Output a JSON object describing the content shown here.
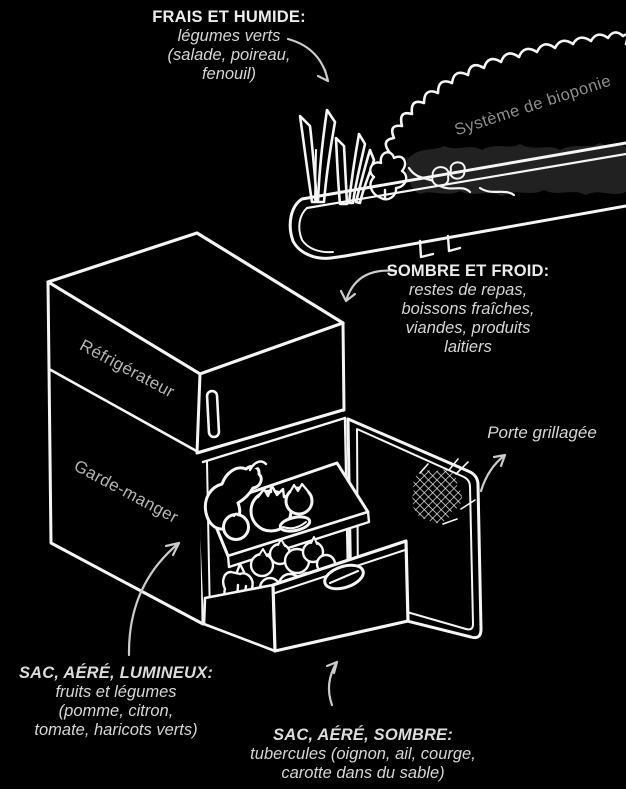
{
  "colors": {
    "background": "#000000",
    "line": "#f5f5f5",
    "heading_text": "#ececec",
    "body_text": "#d6d6d6",
    "unit_label_text": "#b5b5b5",
    "bioponics_label_text": "#8e8e8e",
    "soil_fill": "#212121"
  },
  "annotations": {
    "frais_et_humide": {
      "heading": "FRAIS ET HUMIDE:",
      "lines": [
        "légumes verts",
        "(salade, poireau,",
        "fenouil)"
      ]
    },
    "sombre_et_froid": {
      "heading": "SOMBRE ET FROID:",
      "lines": [
        "restes de repas,",
        "boissons fraîches,",
        "viandes, produits",
        "laitiers"
      ]
    },
    "sac_aere_lumineux": {
      "heading": "SAC, AÉRÉ, LUMINEUX:",
      "lines": [
        "fruits et légumes",
        "(pomme, citron,",
        "tomate, haricots verts)"
      ]
    },
    "sac_aere_sombre": {
      "heading": "SAC, AÉRÉ, SOMBRE:",
      "lines": [
        "tubercules (oignon, ail, courge,",
        "carotte dans du sable)"
      ]
    },
    "porte_grillagee": {
      "label": "Porte grillagée"
    },
    "systeme_bioponie": {
      "label": "Système de bioponie"
    }
  },
  "unit_labels": {
    "refrigerateur": "Réfrigérateur",
    "garde_manger": "Garde-manger"
  }
}
